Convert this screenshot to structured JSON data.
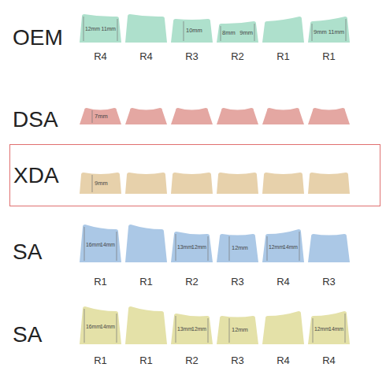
{
  "diagram": {
    "nodes": [
      {
        "text": [
          "12mm",
          "11mm",
          "R4"
        ]
      },
      {
        "text": [
          "R4"
        ]
      },
      {
        "text": [
          "10mm",
          "R3"
        ]
      },
      {
        "text": [
          "8mm",
          "9mm",
          "R2"
        ]
      },
      {
        "text": [
          "R1"
        ]
      },
      {
        "text": [
          "9mm",
          "11mm",
          "R1"
        ]
      },
      {
        "text": [
          "7mm"
        ]
      },
      {
        "text": [
          "XDA"
        ]
      },
      {
        "text": [
          "9mm"
        ],
        "in": 7
      },
      {
        "text": [
          "16mm",
          "14mm",
          "R1"
        ]
      },
      {
        "text": [
          "R1"
        ]
      },
      {
        "text": [
          "13mm",
          "12mm",
          "R2"
        ]
      },
      {
        "text": [
          "12mm",
          "R3"
        ]
      },
      {
        "text": [
          "12mm",
          "14mm",
          "R4"
        ]
      },
      {
        "text": [
          "R3"
        ]
      },
      {
        "text": [
          "16mm",
          "14mm",
          "R1"
        ]
      },
      {
        "text": [
          "R1"
        ]
      },
      {
        "text": [
          "13mm",
          "12mm",
          "R2"
        ]
      },
      {
        "text": [
          "12mm",
          "R3"
        ]
      },
      {
        "text": [
          "R4"
        ]
      },
      {
        "text": [
          "12mm",
          "14mm",
          "R4"
        ]
      }
    ],
    "labels": [
      "OEM",
      "DSA",
      "SA",
      "SA"
    ]
  }
}
